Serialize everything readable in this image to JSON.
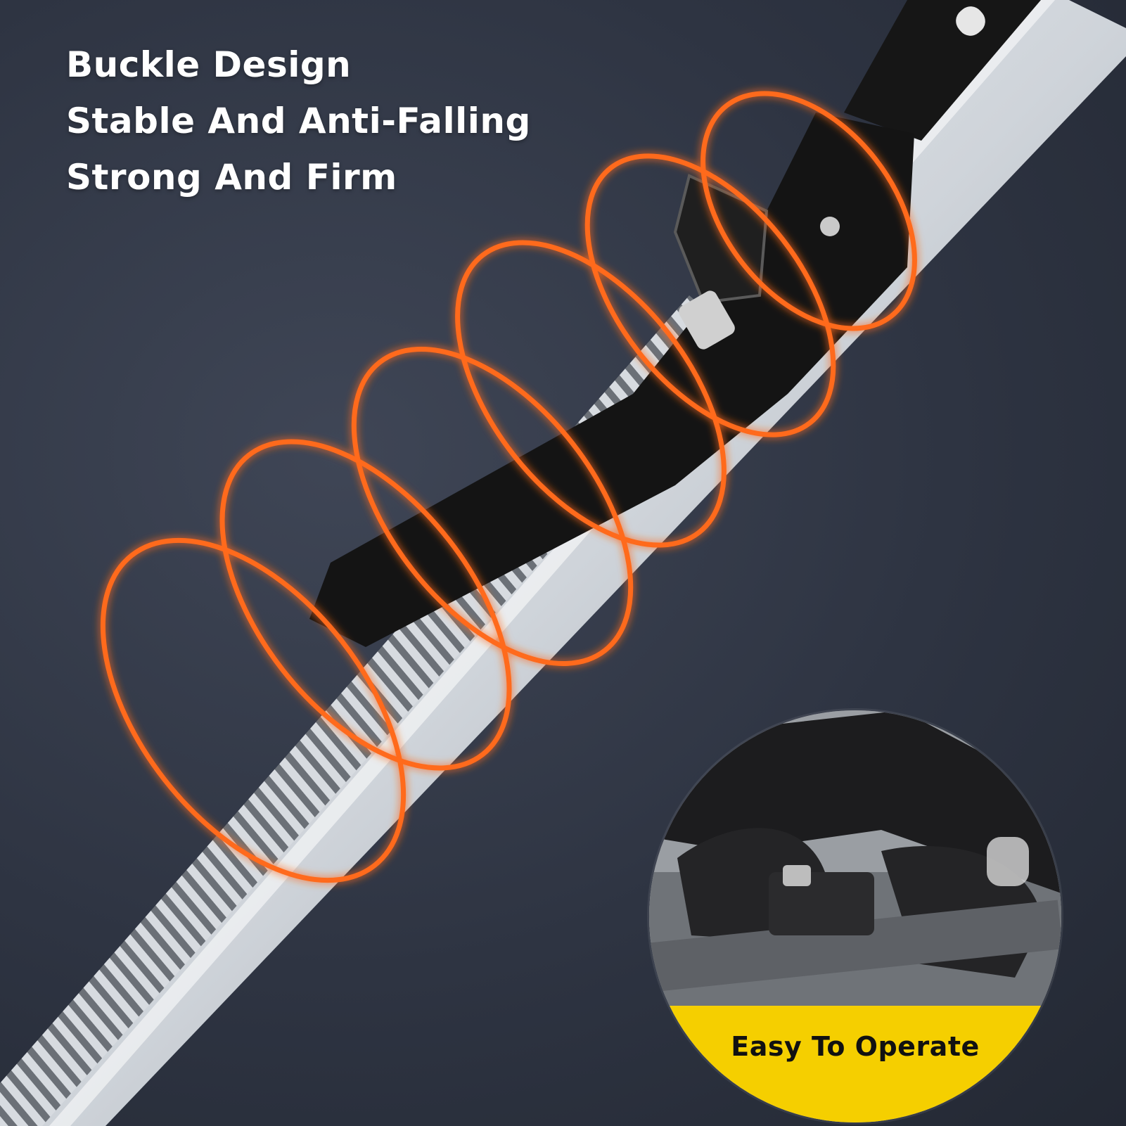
{
  "headline": {
    "line1": "Buckle Design",
    "line2": "Stable And Anti-Falling",
    "line3": "Strong And Firm"
  },
  "inset": {
    "label": "Easy To Operate",
    "banner_color": "#f5cf00"
  },
  "colors": {
    "background": "#2e3442",
    "glow_rings": "#ff6a1a",
    "rod": "#d9dde2",
    "rack": "#b8bcc2",
    "buckle": "#141414"
  }
}
